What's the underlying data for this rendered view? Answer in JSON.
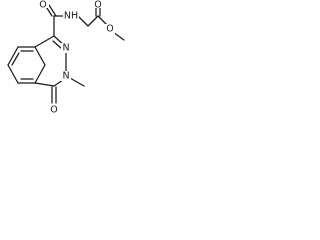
{
  "molecule": {
    "atoms": {
      "carbonyl_oxygen_amide": "O",
      "amide_nitrogen": "NH",
      "ester_carbonyl_oxygen": "O",
      "ester_oxygen": "O",
      "ring_nitrogen_1": "N",
      "ring_nitrogen_2": "N",
      "ring_carbonyl_oxygen": "O"
    }
  },
  "colors": {
    "bond": "#1a1a1a",
    "background": "#ffffff"
  }
}
